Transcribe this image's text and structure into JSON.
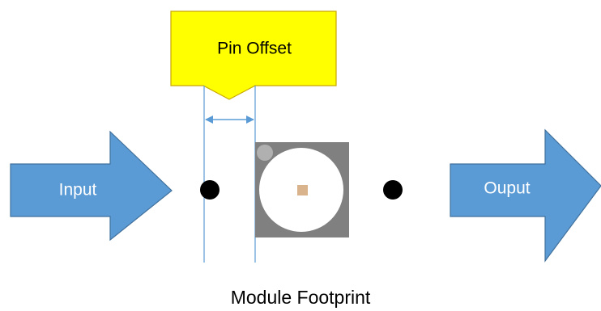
{
  "callout": {
    "label": "Pin Offset",
    "fill": "#FFFF00",
    "stroke": "#C9A800"
  },
  "input_arrow": {
    "label": "Input",
    "fill": "#5B9BD5",
    "stroke": "#41719C"
  },
  "output_arrow": {
    "label": "Ouput",
    "fill": "#5B9BD5",
    "stroke": "#41719C"
  },
  "module": {
    "caption": "Module Footprint",
    "footprint_fill": "#808080",
    "pad_fill": "#FFFFFF",
    "center_marker_fill": "#D9B38C",
    "pin1_marker_fill": "#B0B0B0"
  },
  "pins": {
    "fill": "#000000"
  },
  "dimension": {
    "color": "#5B9BD5"
  }
}
